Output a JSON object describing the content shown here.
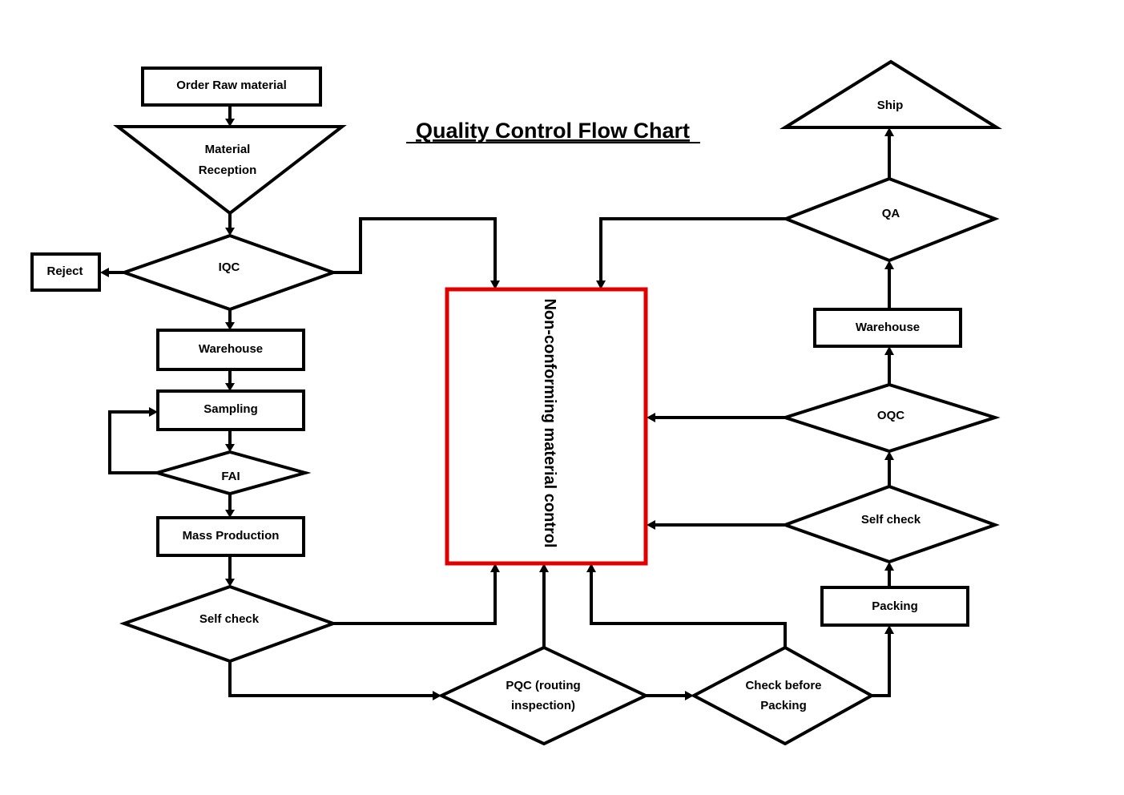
{
  "title": "Quality Control Flow Chart",
  "colors": {
    "stroke": "#000000",
    "highlight": "#e00000",
    "background": "#ffffff"
  },
  "nodes": {
    "order_raw_material": "Order Raw material",
    "material_reception": {
      "line1": "Material",
      "line2": "Reception"
    },
    "iqc": "IQC",
    "reject": "Reject",
    "warehouse_in": "Warehouse",
    "sampling": "Sampling",
    "fai": "FAI",
    "mass_production": "Mass Production",
    "self_check_left": "Self check",
    "pqc": {
      "line1": "PQC (routing",
      "line2": "inspection)"
    },
    "check_before_packing": {
      "line1": "Check before",
      "line2": "Packing"
    },
    "packing": "Packing",
    "self_check_right": "Self check",
    "oqc": "OQC",
    "warehouse_out": "Warehouse",
    "qa": "QA",
    "ship": "Ship",
    "non_conforming": "Non-conforming material control"
  }
}
